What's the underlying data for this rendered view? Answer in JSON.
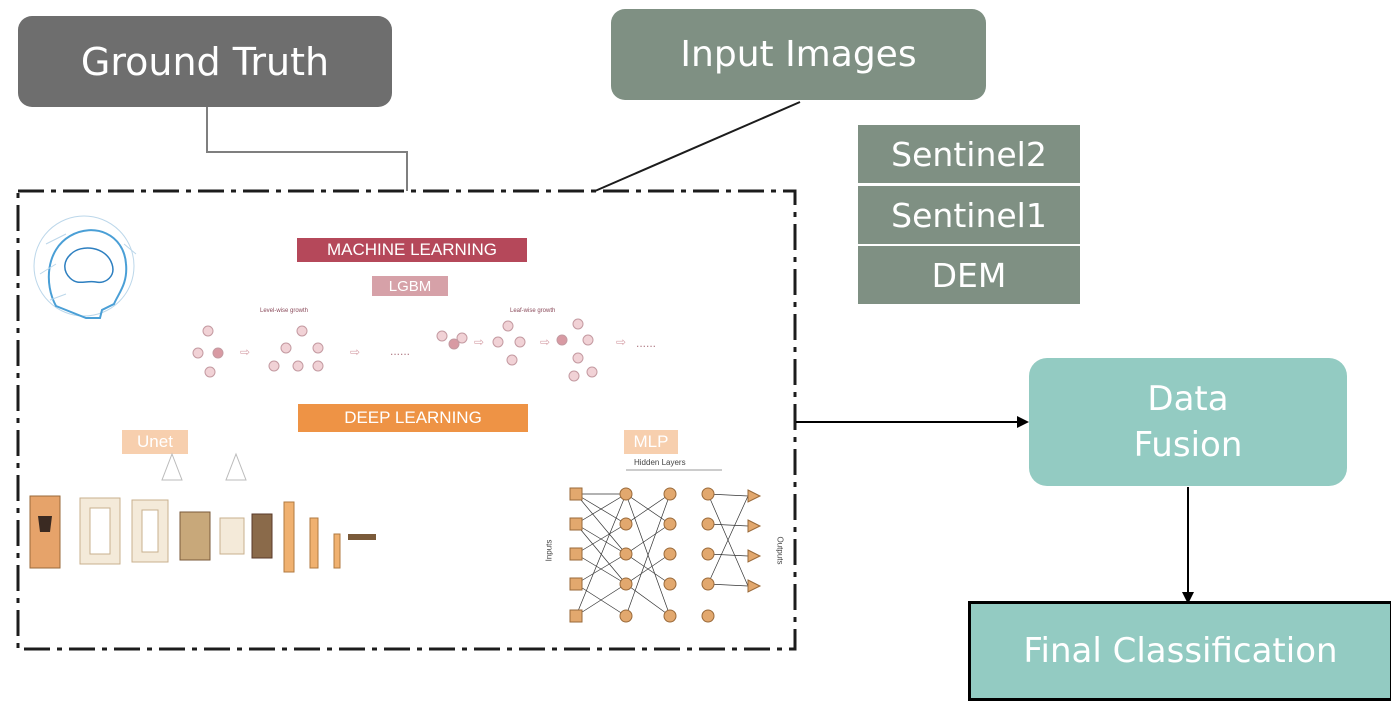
{
  "nodes": {
    "ground_truth": "Ground Truth",
    "input_images": "Input Images",
    "sentinel2": "Sentinel2",
    "sentinel1": "Sentinel1",
    "dem": "DEM",
    "data_fusion_line1": "Data",
    "data_fusion_line2": "Fusion",
    "final_classification": "Final Classification"
  },
  "models_panel": {
    "machine_learning": "MACHINE LEARNING",
    "lgbm": "LGBM",
    "level_wise": "Level-wise growth",
    "leaf_wise": "Leaf-wise growth",
    "ellipsis": "......",
    "deep_learning": "DEEP LEARNING",
    "unet": "Unet",
    "mlp": "MLP",
    "hidden_layers": "Hidden Layers",
    "inputs": "Inputs",
    "outputs": "Outputs"
  },
  "colors": {
    "ground_truth_fill": "#6e6e6e",
    "input_fill": "#7f9083",
    "fusion_fill": "#93cbc2",
    "ml_banner": "#b5485a",
    "lgbm_banner": "#d6a1a8",
    "dl_banner": "#ee9345",
    "unet_banner": "#f7cfae",
    "node_orange": "#e2a86e"
  }
}
